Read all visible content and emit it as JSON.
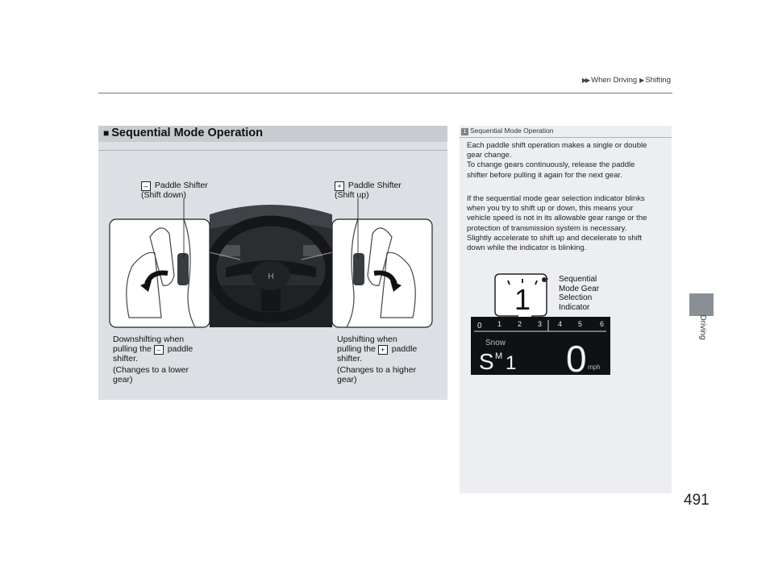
{
  "header": {
    "breadcrumb": [
      "When Driving",
      "Shifting"
    ]
  },
  "section": {
    "title": "Sequential Mode Operation",
    "downshift_label": "Paddle Shifter",
    "downshift_sub": "(Shift down)",
    "downshift_key": "–",
    "upshift_label": "Paddle Shifter",
    "upshift_sub": "(Shift up)",
    "upshift_key": "+",
    "downshift_caption": {
      "line1": "Downshifting when",
      "line2_pre": "pulling the",
      "line2_post": "paddle",
      "line3": "shifter.",
      "line4": "(Changes to a lower",
      "line5": "gear)"
    },
    "upshift_caption": {
      "line1": "Upshifting when",
      "line2_pre": "pulling the",
      "line2_post": "paddle",
      "line3": "shifter.",
      "line4": "(Changes to a higher",
      "line5": "gear)"
    }
  },
  "sidebar": {
    "title": "Sequential Mode Operation",
    "para1_lines": [
      "Each paddle shift operation makes a single or double",
      "gear change.",
      "To change gears continuously, release the paddle",
      "shifter before pulling it again for the next gear."
    ],
    "para2_lines": [
      "If the sequential mode gear selection indicator blinks",
      "when you try to shift up or down, this means your",
      "vehicle speed is not in its allowable gear range or the",
      "protection of transmission system is necessary.",
      "Slightly accelerate to shift up and decelerate to shift",
      "down while the indicator is blinking."
    ],
    "callout_lines": [
      "Sequential",
      "Mode Gear",
      "Selection",
      "Indicator"
    ],
    "cluster": {
      "scale": [
        "0",
        "1",
        "2",
        "3",
        "4",
        "5",
        "6"
      ],
      "mode_text": "Snow",
      "gear_S": "S",
      "gear_M": "M",
      "gear_num": "1",
      "speed": "0",
      "unit": "mph",
      "enlarged_gear": "1"
    }
  },
  "tab_label": "Driving",
  "page_number": "491"
}
